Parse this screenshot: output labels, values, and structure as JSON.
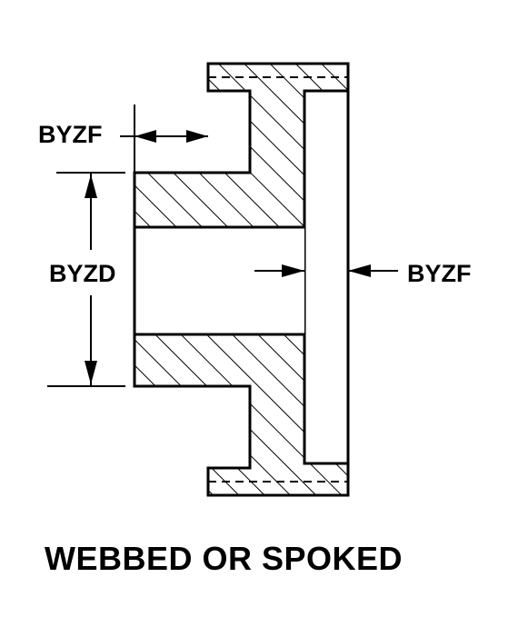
{
  "labels": {
    "flange_width_dim": "BYZF",
    "web_width_dim": "BYZF",
    "bore_diameter_dim": "BYZD"
  },
  "caption": "WEBBED OR SPOKED",
  "colors": {
    "line": "#000000",
    "background": "#ffffff"
  }
}
